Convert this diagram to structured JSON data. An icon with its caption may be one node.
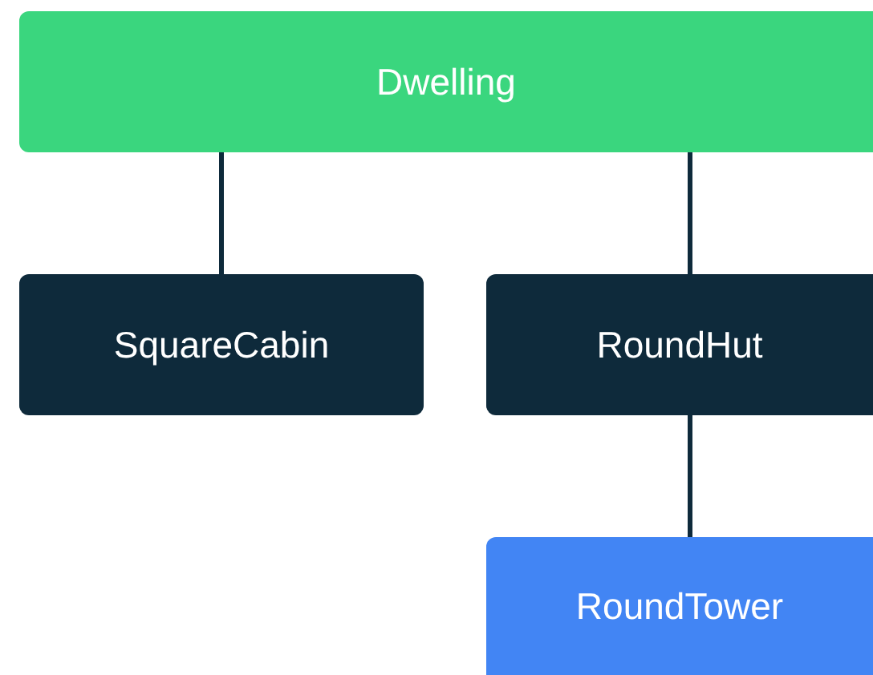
{
  "diagram": {
    "nodes": [
      {
        "text": [
          "Dwelling"
        ]
      },
      {
        "text": [
          "SquareCabin"
        ]
      },
      {
        "text": [
          "RoundHut"
        ]
      },
      {
        "text": [
          "RoundTower"
        ]
      }
    ],
    "edges": [
      {
        "from": 0,
        "to": 1,
        "arrow": "none"
      },
      {
        "from": 0,
        "to": 2,
        "arrow": "none"
      },
      {
        "from": 2,
        "to": 3,
        "arrow": "none"
      }
    ]
  }
}
